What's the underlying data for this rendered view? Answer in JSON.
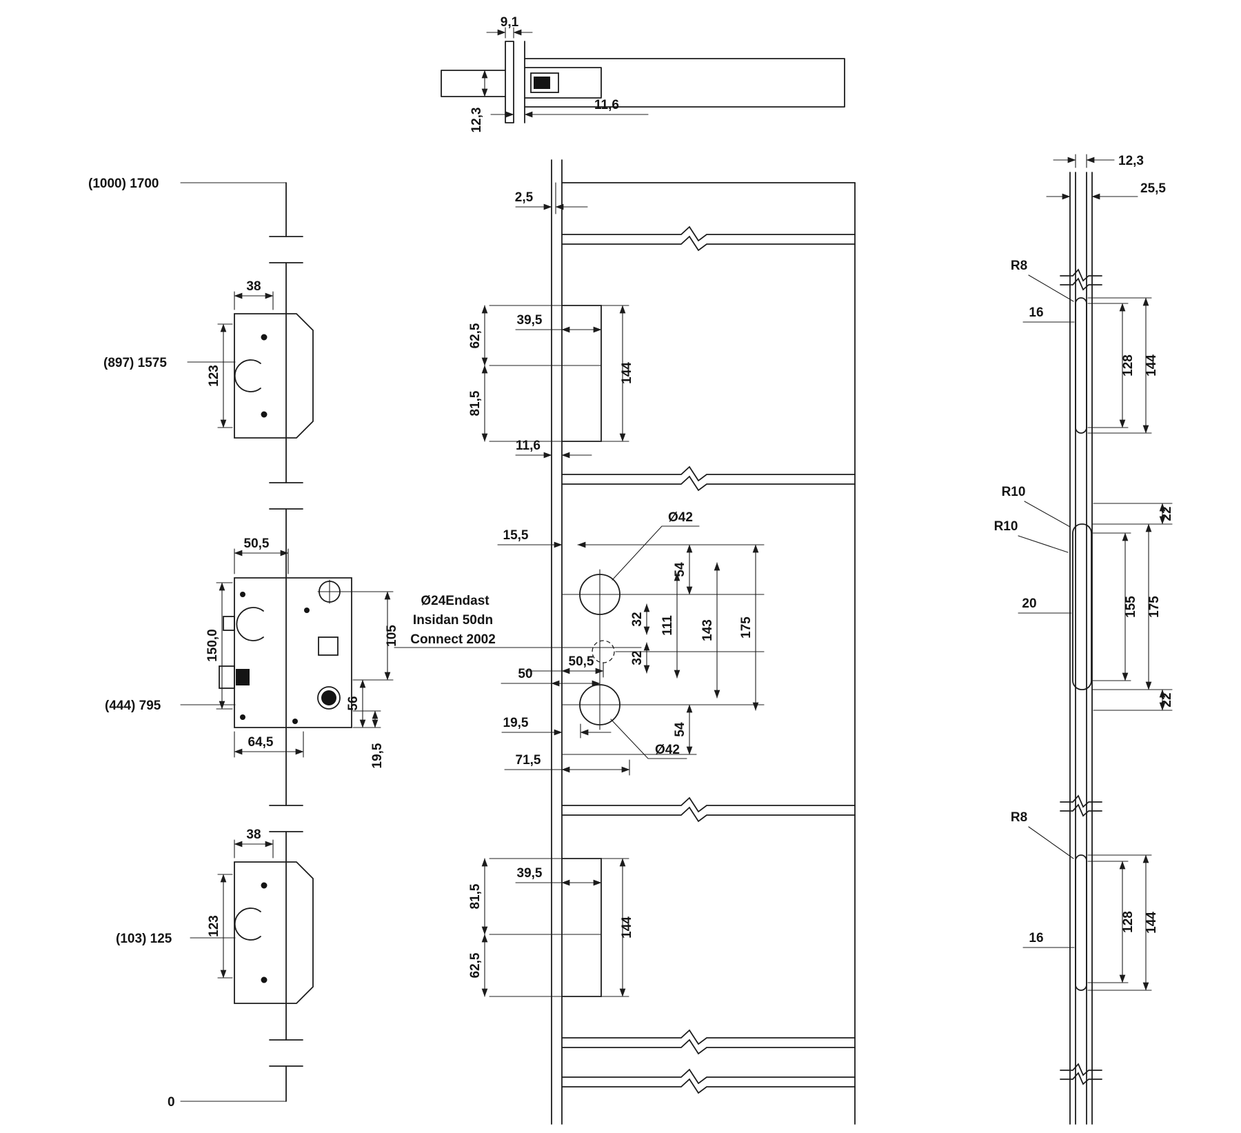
{
  "left": {
    "h1700": "(1000) 1700",
    "h1575": "(897) 1575",
    "h795": "(444) 795",
    "h125": "(103) 125",
    "h0": "0",
    "u_w38": "38",
    "u_h123": "123",
    "c_505": "50,5",
    "c_1500": "150,0",
    "c_105": "105",
    "c_56": "56",
    "c_645": "64,5",
    "c_195": "19,5",
    "b_w38": "38",
    "b_h123": "123"
  },
  "top": {
    "d91": "9,1",
    "d123": "12,3",
    "d116": "11,6"
  },
  "center": {
    "d25": "2,5",
    "u_395": "39,5",
    "u_625": "62,5",
    "u_815": "81,5",
    "u_144": "144",
    "u_116": "11,6",
    "m_155": "15,5",
    "m_d42t": "Ø42",
    "m_d42b": "Ø42",
    "m_54t": "54",
    "m_32a": "32",
    "m_111": "111",
    "m_143": "143",
    "m_175": "175",
    "m_32b": "32",
    "m_54b": "54",
    "m_505": "50,5",
    "m_50": "50",
    "m_195": "19,5",
    "m_715": "71,5",
    "note1": "Ø24Endast",
    "note2": "Insidan 50dn",
    "note3": "Connect 2002",
    "l_395": "39,5",
    "l_815": "81,5",
    "l_625": "62,5",
    "l_144": "144"
  },
  "right": {
    "d123": "12,3",
    "d255": "25,5",
    "u_r8": "R8",
    "u_16": "16",
    "u_128": "128",
    "u_144": "144",
    "m_r10a": "R10",
    "m_r10b": "R10",
    "m_22t": "22",
    "m_20": "20",
    "m_155": "155",
    "m_175": "175",
    "m_22b": "22",
    "l_r8": "R8",
    "l_16": "16",
    "l_128": "128",
    "l_144": "144"
  }
}
